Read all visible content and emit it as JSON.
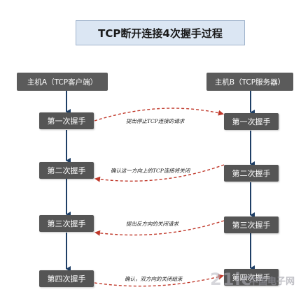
{
  "title": "TCP断开连接4次握手过程",
  "hosts": {
    "a": "主机A（TCP客户端）",
    "b": "主机B（TCP服务器）"
  },
  "steps": {
    "s1": "第一次握手",
    "s2": "第二次握手",
    "s3": "第三次握手",
    "s4": "第四次握手"
  },
  "messages": {
    "m1": "提出停止TCP连接的请求",
    "m2": "确认这一方向上的TCP连接将关闭",
    "m3": "提出反方向的关闭请求",
    "m4": "确认，双方向的关闭结束"
  },
  "colors": {
    "box": "#555555",
    "title_bg": "#dbe6f3",
    "vertical_arrow": "#1f3f66",
    "dashed_arrow": "#c0392b"
  },
  "watermark": {
    "main": "21ic",
    "sub": "中国电子网"
  }
}
